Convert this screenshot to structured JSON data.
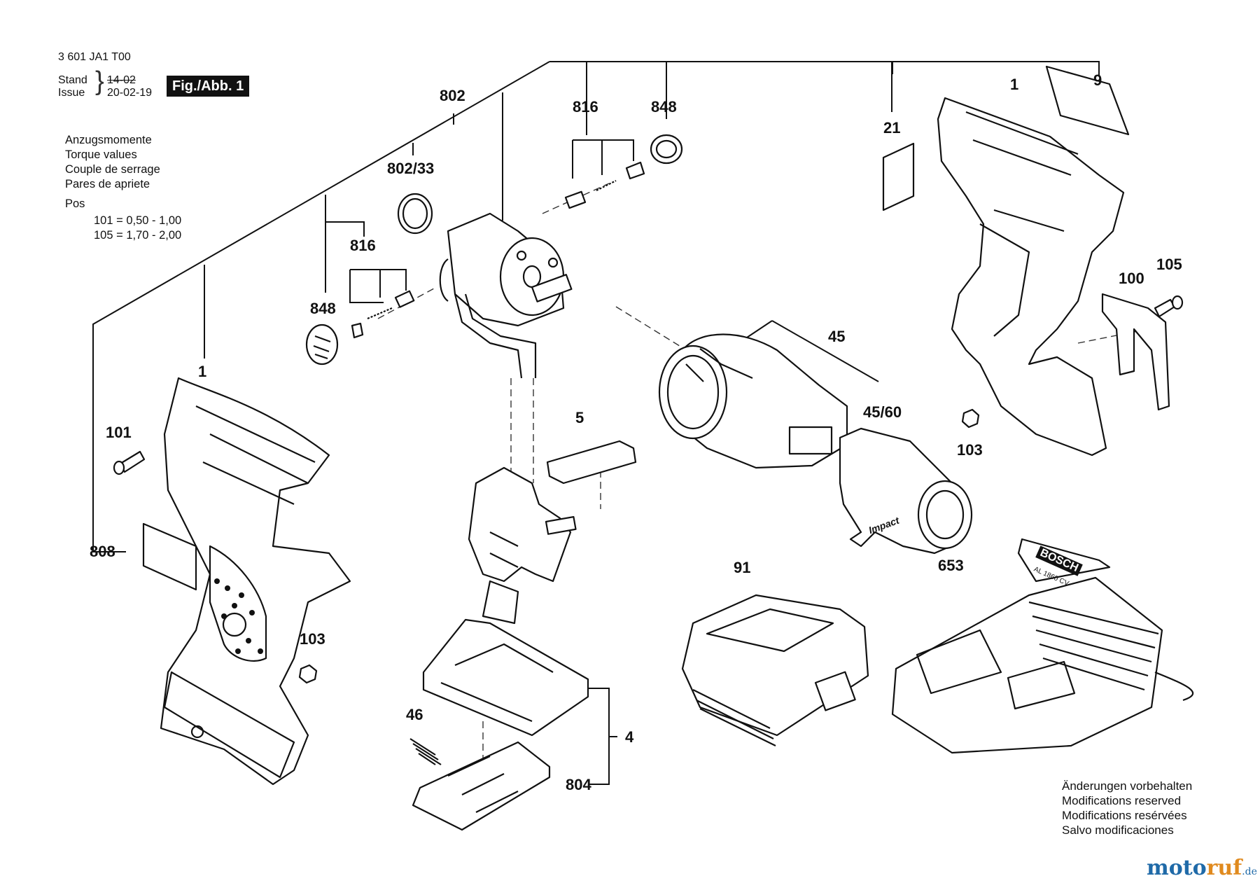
{
  "header": {
    "doc_number": "3 601 JA1 T00",
    "stand_label": "Stand",
    "issue_label": "Issue",
    "stand_date_struck": "14-02",
    "issue_date": "20-02-19",
    "fig_badge": "Fig./Abb. 1"
  },
  "torque": {
    "lines": [
      "Anzugsmomente",
      "Torque values",
      "Couple de serrage",
      "Pares de apriete"
    ],
    "pos_label": "Pos",
    "values": [
      "101 =  0,50  -  1,00",
      "105 =  1,70  -  2,00"
    ]
  },
  "callouts": {
    "c802": "802",
    "c816a": "816",
    "c848a": "848",
    "c802_33": "802/33",
    "c816b": "816",
    "c848b": "848",
    "c1_left": "1",
    "c101": "101",
    "c808": "808",
    "c103_left": "103",
    "c5": "5",
    "c46": "46",
    "c4": "4",
    "c804": "804",
    "c45": "45",
    "c45_60": "45/60",
    "c91": "91",
    "c653": "653",
    "c21": "21",
    "c1_right": "1",
    "c9": "9",
    "c105": "105",
    "c100": "100",
    "c103_right": "103"
  },
  "part_text": {
    "impact": "Impact",
    "charger_brand": "BOSCH",
    "charger_model": "AL 1860 CV"
  },
  "notes": {
    "lines": [
      "Änderungen vorbehalten",
      "Modifications reserved",
      "Modifications resérvées",
      "Salvo modificaciones"
    ]
  },
  "watermark": {
    "part1": "moto",
    "part2": "ruf",
    "tld": ".de"
  }
}
